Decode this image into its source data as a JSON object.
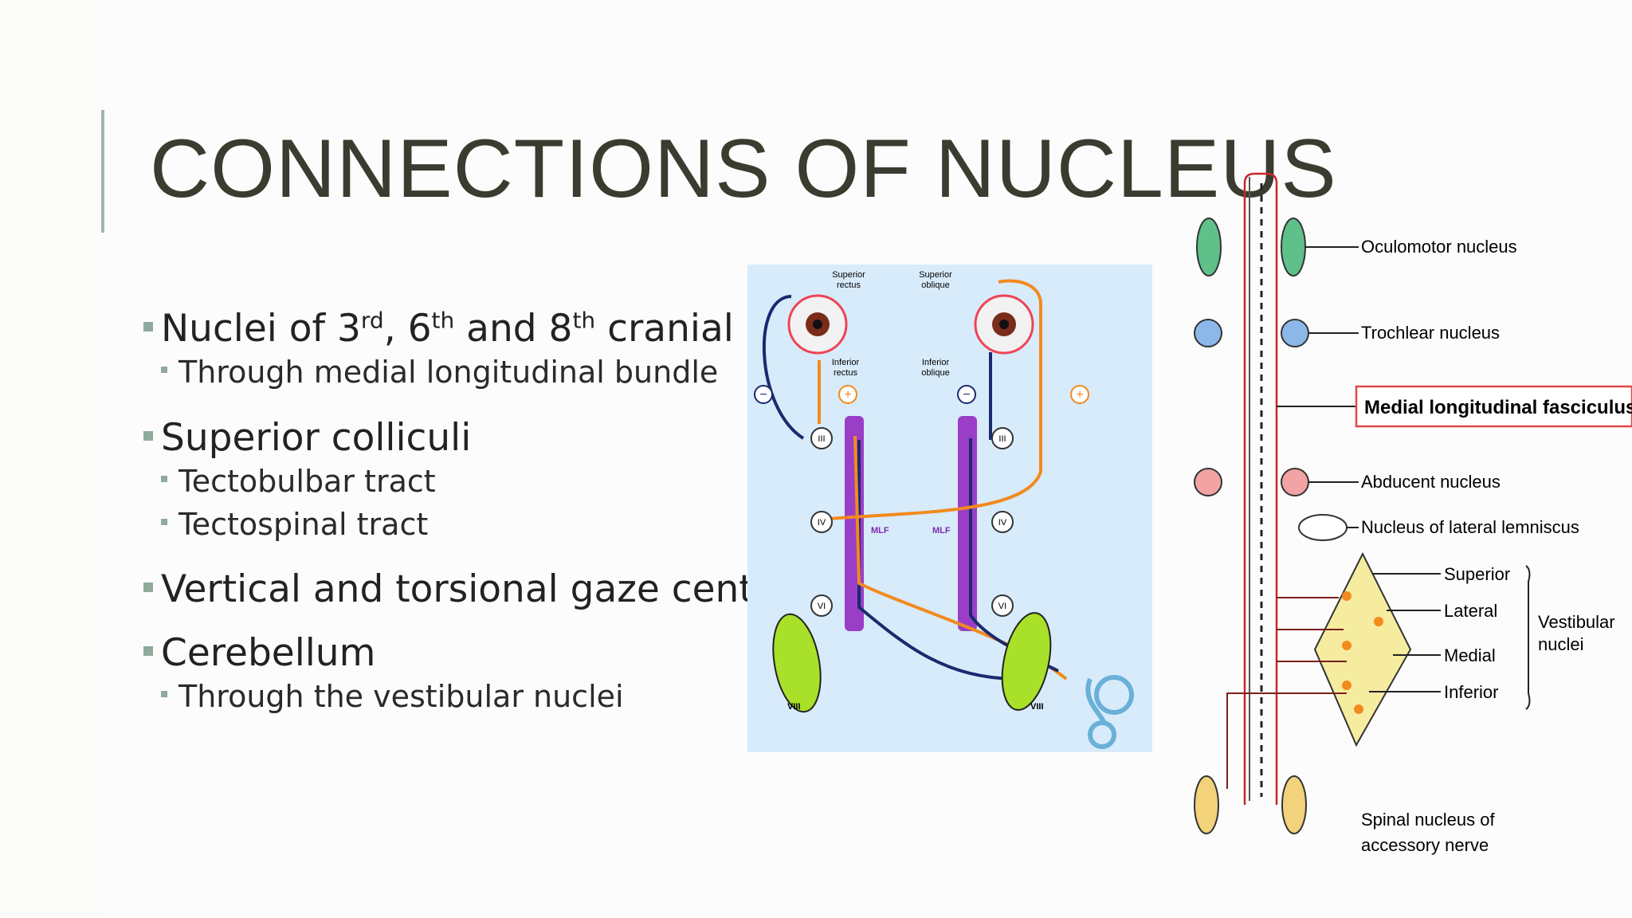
{
  "slide": {
    "title": "CONNECTIONS OF NUCLEUS",
    "bullets": [
      {
        "pre": "Nuclei of 3",
        "sup1": "rd",
        "mid1": ", 6",
        "sup2": "th",
        "mid2": " and 8",
        "sup3": "th",
        "post": " cranial nerves",
        "sub": [
          "Through medial longitudinal bundle"
        ]
      },
      {
        "label": "Superior colliculi",
        "sub": [
          "Tectobulbar tract",
          "Tectospinal tract"
        ]
      },
      {
        "label": "Vertical and torsional gaze centre",
        "sub": []
      },
      {
        "label": "Cerebellum",
        "sub": [
          "Through the vestibular nuclei"
        ]
      }
    ]
  },
  "figure1": {
    "labels": {
      "superior_rectus": [
        "Superior",
        "rectus"
      ],
      "superior_oblique": [
        "Superior",
        "oblique"
      ],
      "inferior_rectus": [
        "Inferior",
        "rectus"
      ],
      "inferior_oblique": [
        "Inferior",
        "oblique"
      ],
      "mlf": "MLF",
      "n3": "III",
      "n4": "IV",
      "n6": "VI",
      "n8": "VIII",
      "minus": "−",
      "plus": "+"
    }
  },
  "figure2": {
    "labels": {
      "oculomotor": "Oculomotor nucleus",
      "trochlear": "Trochlear nucleus",
      "mlf_box": "Medial longitudinal fasciculus",
      "abducent": "Abducent nucleus",
      "lateral_lemniscus": "Nucleus of lateral lemniscus",
      "superior": "Superior",
      "lateral": "Lateral",
      "medial": "Medial",
      "inferior": "Inferior",
      "vestibular": [
        "Vestibular",
        "nuclei"
      ],
      "spinal_accessory": [
        "Spinal nucleus of",
        "accessory nerve"
      ]
    }
  },
  "colors": {
    "accent": "#8faa9c",
    "title": "#3b3b30",
    "panel": "#d8ebfb",
    "orange": "#f28a1e",
    "navy": "#1a2a6e",
    "purple": "#9a3ec8"
  }
}
